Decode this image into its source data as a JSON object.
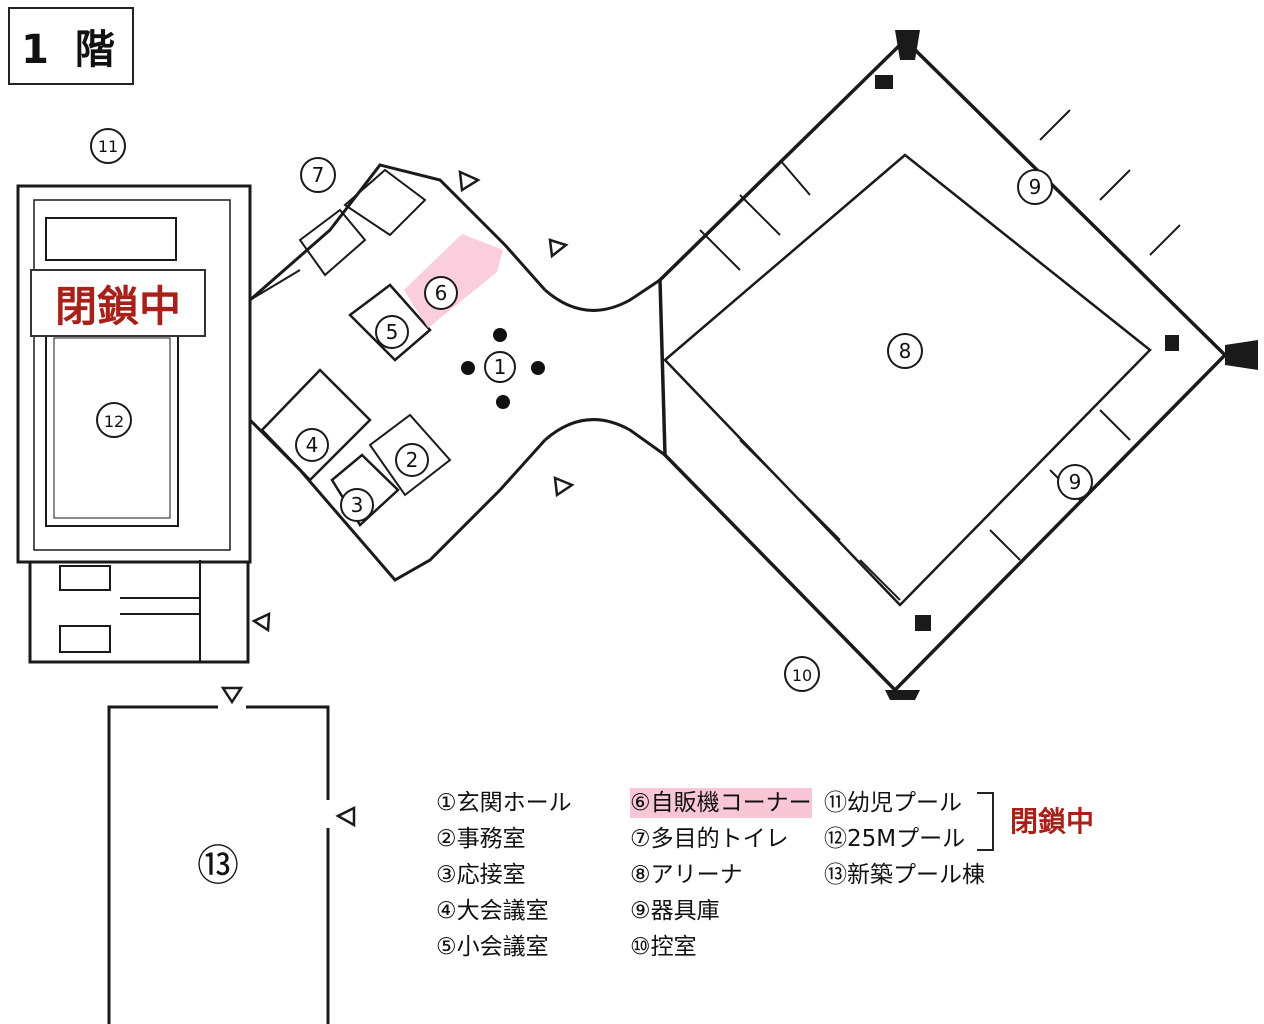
{
  "floor_label": "1 階",
  "closed_badge": "閉鎖中",
  "closed_note": "閉鎖中",
  "room_numbers": {
    "r1": "1",
    "r2": "2",
    "r3": "3",
    "r4": "4",
    "r5": "5",
    "r6": "6",
    "r7": "7",
    "r8": "8",
    "r9a": "9",
    "r9b": "9",
    "r10": "10",
    "r11": "11",
    "r12": "12",
    "r13": "⑬"
  },
  "legend": {
    "col1": [
      "①玄関ホール",
      "②事務室",
      "③応接室",
      "④大会議室",
      "⑤小会議室"
    ],
    "col2": [
      "⑥自販機コーナー",
      "⑦多目的トイレ",
      "⑧アリーナ",
      "⑨器具庫",
      "⑩控室"
    ],
    "col3": [
      "⑪幼児プール",
      "⑫25Mプール",
      "⑬新築プール棟"
    ]
  },
  "colors": {
    "closed": "#a8201a",
    "highlight": "#f9c6d6",
    "line": "#1a1a1a"
  }
}
